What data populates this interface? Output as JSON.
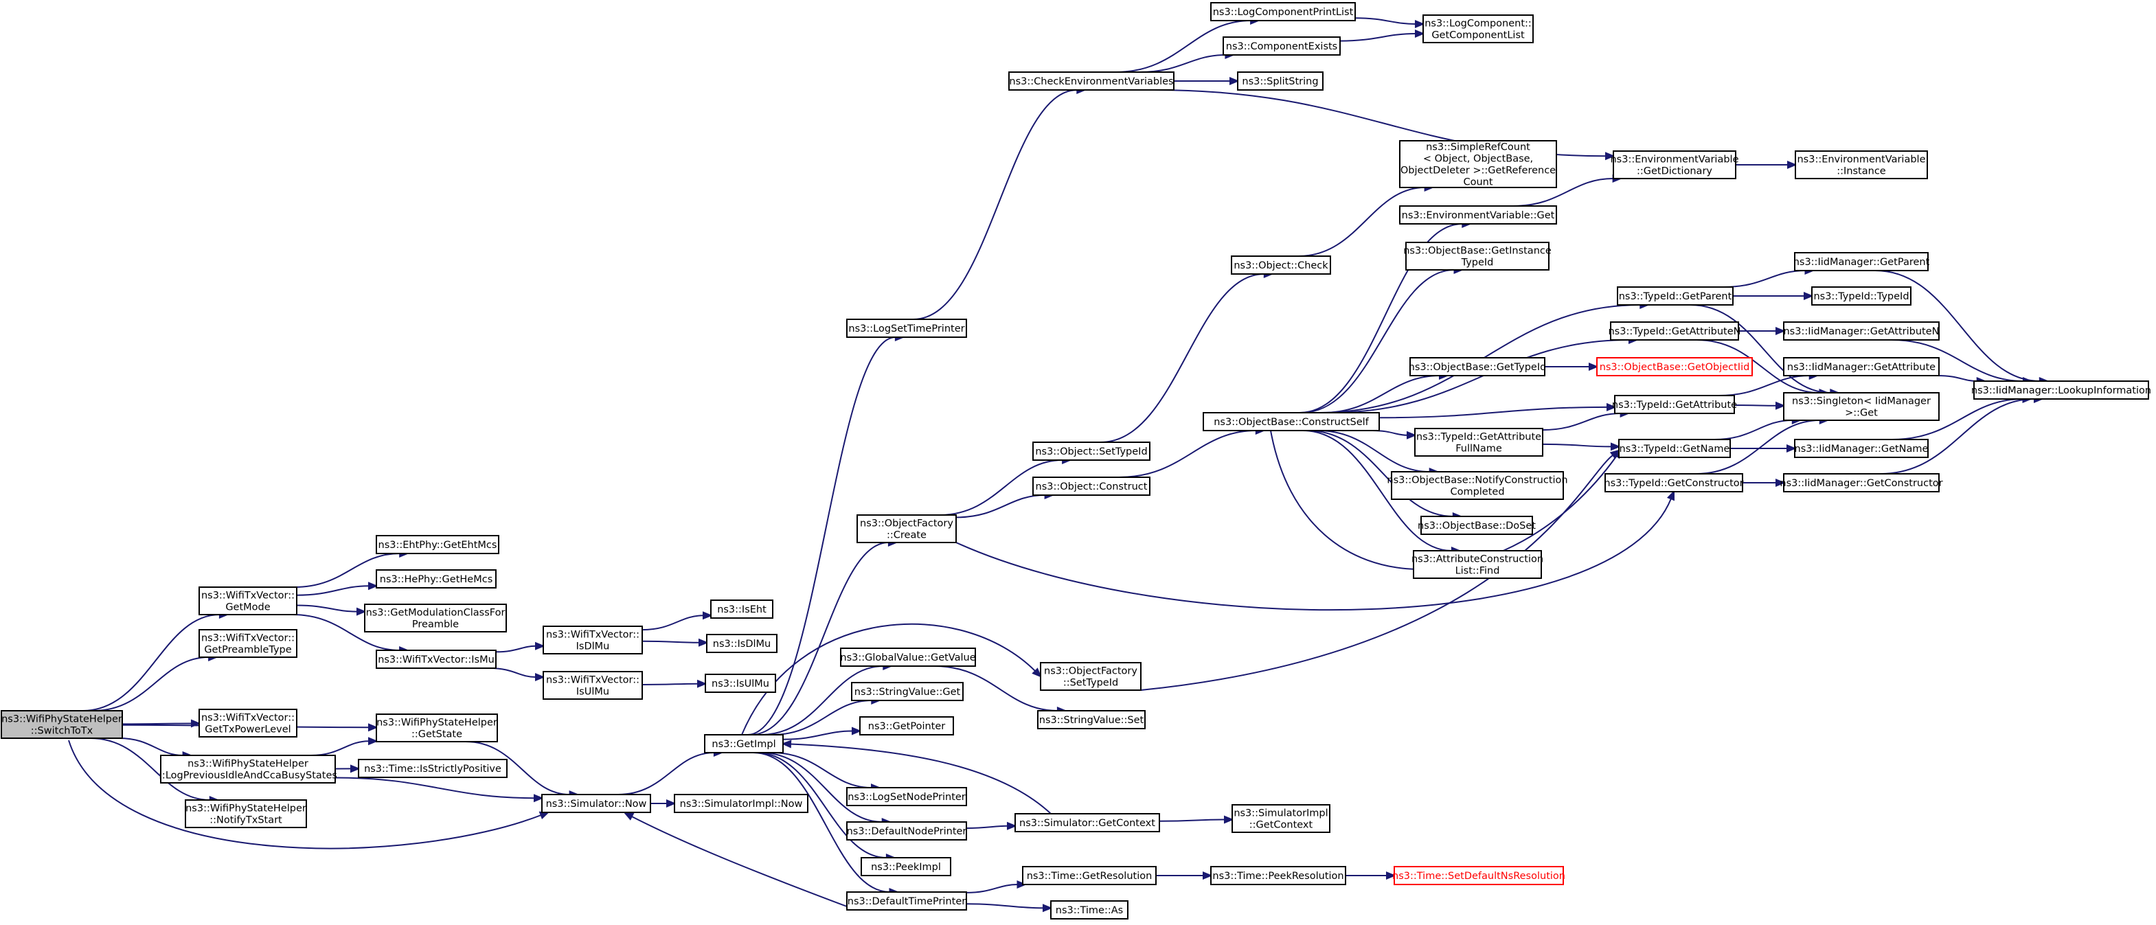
{
  "root": "SwitchToTx",
  "nodes": [
    {
      "id": "SwitchToTx",
      "lines": [
        "ns3::WifiPhyStateHelper",
        "::SwitchToTx"
      ],
      "kind": "root"
    },
    {
      "id": "GetMode",
      "lines": [
        "ns3::WifiTxVector::",
        "GetMode"
      ]
    },
    {
      "id": "GetPreambleType",
      "lines": [
        "ns3::WifiTxVector::",
        "GetPreambleType"
      ]
    },
    {
      "id": "GetTxPowerLevel",
      "lines": [
        "ns3::WifiTxVector::",
        "GetTxPowerLevel"
      ]
    },
    {
      "id": "GetState",
      "lines": [
        "ns3::WifiPhyStateHelper",
        "::GetState"
      ]
    },
    {
      "id": "LogPrevious",
      "lines": [
        "ns3::WifiPhyStateHelper",
        "::LogPreviousIdleAndCcaBusyStates"
      ]
    },
    {
      "id": "NotifyTxStart",
      "lines": [
        "ns3::WifiPhyStateHelper",
        "::NotifyTxStart"
      ]
    },
    {
      "id": "GetEhtMcs",
      "lines": [
        "ns3::EhtPhy::GetEhtMcs"
      ]
    },
    {
      "id": "GetHeMcs",
      "lines": [
        "ns3::HePhy::GetHeMcs"
      ]
    },
    {
      "id": "GetModClass",
      "lines": [
        "ns3::GetModulationClassFor",
        "Preamble"
      ]
    },
    {
      "id": "IsMu",
      "lines": [
        "ns3::WifiTxVector::IsMu"
      ]
    },
    {
      "id": "IsStrictlyPositive",
      "lines": [
        "ns3::Time::IsStrictlyPositive"
      ]
    },
    {
      "id": "SimNow",
      "lines": [
        "ns3::Simulator::Now"
      ]
    },
    {
      "id": "IsDlMuV",
      "lines": [
        "ns3::WifiTxVector::",
        "IsDlMu"
      ]
    },
    {
      "id": "IsUlMuV",
      "lines": [
        "ns3::WifiTxVector::",
        "IsUlMu"
      ]
    },
    {
      "id": "IsEht",
      "lines": [
        "ns3::IsEht"
      ]
    },
    {
      "id": "IsDlMu",
      "lines": [
        "ns3::IsDlMu"
      ]
    },
    {
      "id": "IsUlMu",
      "lines": [
        "ns3::IsUlMu"
      ]
    },
    {
      "id": "GetImpl",
      "lines": [
        "ns3::GetImpl"
      ]
    },
    {
      "id": "SimImplNow",
      "lines": [
        "ns3::SimulatorImpl::Now"
      ]
    },
    {
      "id": "LogSetTimePrinter",
      "lines": [
        "ns3::LogSetTimePrinter"
      ]
    },
    {
      "id": "ObjFactCreate",
      "lines": [
        "ns3::ObjectFactory",
        "::Create"
      ]
    },
    {
      "id": "GVGetValue",
      "lines": [
        "ns3::GlobalValue::GetValue"
      ]
    },
    {
      "id": "SVGet",
      "lines": [
        "ns3::StringValue::Get"
      ]
    },
    {
      "id": "GetPointer",
      "lines": [
        "ns3::GetPointer"
      ]
    },
    {
      "id": "LogSetNodePrinter",
      "lines": [
        "ns3::LogSetNodePrinter"
      ]
    },
    {
      "id": "DefaultNodePrinter",
      "lines": [
        "ns3::DefaultNodePrinter"
      ]
    },
    {
      "id": "PeekImpl",
      "lines": [
        "ns3::PeekImpl"
      ]
    },
    {
      "id": "DefaultTimePrinter",
      "lines": [
        "ns3::DefaultTimePrinter"
      ]
    },
    {
      "id": "CheckEnv",
      "lines": [
        "ns3::CheckEnvironmentVariables"
      ]
    },
    {
      "id": "ObjSetTypeId",
      "lines": [
        "ns3::Object::SetTypeId"
      ]
    },
    {
      "id": "ObjConstruct",
      "lines": [
        "ns3::Object::Construct"
      ]
    },
    {
      "id": "OFSetTypeId",
      "lines": [
        "ns3::ObjectFactory",
        "::SetTypeId"
      ]
    },
    {
      "id": "SVSet",
      "lines": [
        "ns3::StringValue::Set"
      ]
    },
    {
      "id": "SimGetContext",
      "lines": [
        "ns3::Simulator::GetContext"
      ]
    },
    {
      "id": "TimeGetRes",
      "lines": [
        "ns3::Time::GetResolution"
      ]
    },
    {
      "id": "TimeAs",
      "lines": [
        "ns3::Time::As"
      ]
    },
    {
      "id": "LogCompPrintList",
      "lines": [
        "ns3::LogComponentPrintList"
      ]
    },
    {
      "id": "CompExists",
      "lines": [
        "ns3::ComponentExists"
      ]
    },
    {
      "id": "SplitString",
      "lines": [
        "ns3::SplitString"
      ]
    },
    {
      "id": "ObjCheck",
      "lines": [
        "ns3::Object::Check"
      ]
    },
    {
      "id": "OBConstructSelf",
      "lines": [
        "ns3::ObjectBase::ConstructSelf"
      ]
    },
    {
      "id": "SimImplGetCtx",
      "lines": [
        "ns3::SimulatorImpl",
        "::GetContext"
      ]
    },
    {
      "id": "TimePeekRes",
      "lines": [
        "ns3::Time::PeekResolution"
      ]
    },
    {
      "id": "LogCompGetList",
      "lines": [
        "ns3::LogComponent::",
        "GetComponentList"
      ]
    },
    {
      "id": "SimpleRefCount",
      "lines": [
        "ns3::SimpleRefCount",
        "< Object, ObjectBase,",
        "ObjectDeleter >::GetReference",
        "Count"
      ]
    },
    {
      "id": "EnvVarGet",
      "lines": [
        "ns3::EnvironmentVariable::Get"
      ]
    },
    {
      "id": "OBGetInstTypeId",
      "lines": [
        "ns3::ObjectBase::GetInstance",
        "TypeId"
      ]
    },
    {
      "id": "OBGetTypeId",
      "lines": [
        "ns3::ObjectBase::GetTypeId"
      ]
    },
    {
      "id": "TIGetAttrFullName",
      "lines": [
        "ns3::TypeId::GetAttribute",
        "FullName"
      ]
    },
    {
      "id": "OBNotifyConstr",
      "lines": [
        "ns3::ObjectBase::NotifyConstruction",
        "Completed"
      ]
    },
    {
      "id": "OBDoSet",
      "lines": [
        "ns3::ObjectBase::DoSet"
      ]
    },
    {
      "id": "AttrConstrFind",
      "lines": [
        "ns3::AttributeConstruction",
        "List::Find"
      ]
    },
    {
      "id": "TimeSetDefNs",
      "lines": [
        "ns3::Time::SetDefaultNsResolution"
      ],
      "kind": "trunc"
    },
    {
      "id": "EnvVarGetDict",
      "lines": [
        "ns3::EnvironmentVariable",
        "::GetDictionary"
      ]
    },
    {
      "id": "TIGetParent",
      "lines": [
        "ns3::TypeId::GetParent"
      ]
    },
    {
      "id": "TIGetAttributeN",
      "lines": [
        "ns3::TypeId::GetAttributeN"
      ]
    },
    {
      "id": "OBGetObjectIid",
      "lines": [
        "ns3::ObjectBase::GetObjectIid"
      ],
      "kind": "trunc"
    },
    {
      "id": "TIGetAttribute",
      "lines": [
        "ns3::TypeId::GetAttribute"
      ]
    },
    {
      "id": "TIGetName",
      "lines": [
        "ns3::TypeId::GetName"
      ]
    },
    {
      "id": "TIGetConstructor",
      "lines": [
        "ns3::TypeId::GetConstructor"
      ]
    },
    {
      "id": "EnvVarInstance",
      "lines": [
        "ns3::EnvironmentVariable",
        "::Instance"
      ]
    },
    {
      "id": "IMGetParent",
      "lines": [
        "ns3::IidManager::GetParent"
      ]
    },
    {
      "id": "TITypeId",
      "lines": [
        "ns3::TypeId::TypeId"
      ]
    },
    {
      "id": "IMGetAttributeN",
      "lines": [
        "ns3::IidManager::GetAttributeN"
      ]
    },
    {
      "id": "IMGetAttribute",
      "lines": [
        "ns3::IidManager::GetAttribute"
      ]
    },
    {
      "id": "SingletonGet",
      "lines": [
        "ns3::Singleton< IidManager",
        ">::Get"
      ]
    },
    {
      "id": "IMGetName",
      "lines": [
        "ns3::IidManager::GetName"
      ]
    },
    {
      "id": "IMGetConstructor",
      "lines": [
        "ns3::IidManager::GetConstructor"
      ]
    },
    {
      "id": "IMLookupInfo",
      "lines": [
        "ns3::IidManager::LookupInformation"
      ]
    }
  ],
  "edges": [
    [
      "SwitchToTx",
      "GetMode"
    ],
    [
      "SwitchToTx",
      "GetPreambleType"
    ],
    [
      "SwitchToTx",
      "GetTxPowerLevel"
    ],
    [
      "SwitchToTx",
      "GetState"
    ],
    [
      "SwitchToTx",
      "LogPrevious"
    ],
    [
      "SwitchToTx",
      "NotifyTxStart"
    ],
    [
      "SwitchToTx",
      "SimNow"
    ],
    [
      "GetMode",
      "GetEhtMcs"
    ],
    [
      "GetMode",
      "GetHeMcs"
    ],
    [
      "GetMode",
      "GetModClass"
    ],
    [
      "GetMode",
      "IsMu"
    ],
    [
      "IsMu",
      "IsDlMuV"
    ],
    [
      "IsMu",
      "IsUlMuV"
    ],
    [
      "IsDlMuV",
      "IsEht"
    ],
    [
      "IsDlMuV",
      "IsDlMu"
    ],
    [
      "IsUlMuV",
      "IsUlMu"
    ],
    [
      "GetState",
      "SimNow"
    ],
    [
      "LogPrevious",
      "GetState"
    ],
    [
      "LogPrevious",
      "IsStrictlyPositive"
    ],
    [
      "LogPrevious",
      "SimNow"
    ],
    [
      "SimNow",
      "GetImpl"
    ],
    [
      "SimNow",
      "SimImplNow"
    ],
    [
      "GetImpl",
      "LogSetTimePrinter"
    ],
    [
      "GetImpl",
      "ObjFactCreate"
    ],
    [
      "GetImpl",
      "OFSetTypeId"
    ],
    [
      "GetImpl",
      "GVGetValue"
    ],
    [
      "GetImpl",
      "SVGet"
    ],
    [
      "GetImpl",
      "GetPointer"
    ],
    [
      "GetImpl",
      "LogSetNodePrinter"
    ],
    [
      "GetImpl",
      "DefaultNodePrinter"
    ],
    [
      "GetImpl",
      "PeekImpl"
    ],
    [
      "GetImpl",
      "DefaultTimePrinter"
    ],
    [
      "LogSetTimePrinter",
      "CheckEnv"
    ],
    [
      "CheckEnv",
      "LogCompPrintList"
    ],
    [
      "CheckEnv",
      "CompExists"
    ],
    [
      "CheckEnv",
      "SplitString"
    ],
    [
      "CheckEnv",
      "EnvVarGetDict"
    ],
    [
      "LogCompPrintList",
      "LogCompGetList"
    ],
    [
      "CompExists",
      "LogCompGetList"
    ],
    [
      "ObjFactCreate",
      "ObjSetTypeId"
    ],
    [
      "ObjFactCreate",
      "ObjConstruct"
    ],
    [
      "ObjFactCreate",
      "TIGetConstructor"
    ],
    [
      "ObjSetTypeId",
      "ObjCheck"
    ],
    [
      "ObjCheck",
      "SimpleRefCount"
    ],
    [
      "ObjConstruct",
      "OBConstructSelf"
    ],
    [
      "OBConstructSelf",
      "EnvVarGet"
    ],
    [
      "OBConstructSelf",
      "OBGetInstTypeId"
    ],
    [
      "OBConstructSelf",
      "TIGetParent"
    ],
    [
      "OBConstructSelf",
      "TIGetAttributeN"
    ],
    [
      "OBConstructSelf",
      "OBGetTypeId"
    ],
    [
      "OBConstructSelf",
      "TIGetAttribute"
    ],
    [
      "OBConstructSelf",
      "TIGetAttrFullName"
    ],
    [
      "OBConstructSelf",
      "OBNotifyConstr"
    ],
    [
      "OBConstructSelf",
      "OBDoSet"
    ],
    [
      "OBConstructSelf",
      "AttrConstrFind"
    ],
    [
      "OBConstructSelf",
      "TIGetName"
    ],
    [
      "EnvVarGet",
      "EnvVarGetDict"
    ],
    [
      "EnvVarGetDict",
      "EnvVarInstance"
    ],
    [
      "OBGetTypeId",
      "OBGetObjectIid"
    ],
    [
      "TIGetAttrFullName",
      "TIGetAttribute"
    ],
    [
      "TIGetAttrFullName",
      "TIGetName"
    ],
    [
      "TIGetParent",
      "IMGetParent"
    ],
    [
      "TIGetParent",
      "TITypeId"
    ],
    [
      "TIGetParent",
      "SingletonGet"
    ],
    [
      "TIGetAttributeN",
      "IMGetAttributeN"
    ],
    [
      "TIGetAttributeN",
      "SingletonGet"
    ],
    [
      "TIGetAttribute",
      "IMGetAttribute"
    ],
    [
      "TIGetAttribute",
      "SingletonGet"
    ],
    [
      "TIGetName",
      "IMGetName"
    ],
    [
      "TIGetName",
      "SingletonGet"
    ],
    [
      "TIGetConstructor",
      "IMGetConstructor"
    ],
    [
      "TIGetConstructor",
      "SingletonGet"
    ],
    [
      "IMGetParent",
      "IMLookupInfo"
    ],
    [
      "IMGetAttributeN",
      "IMLookupInfo"
    ],
    [
      "IMGetAttribute",
      "IMLookupInfo"
    ],
    [
      "IMGetName",
      "IMLookupInfo"
    ],
    [
      "IMGetConstructor",
      "IMLookupInfo"
    ],
    [
      "GVGetValue",
      "SVSet"
    ],
    [
      "OFSetTypeId",
      "TIGetName"
    ],
    [
      "DefaultNodePrinter",
      "SimGetContext"
    ],
    [
      "SimGetContext",
      "GetImpl"
    ],
    [
      "SimGetContext",
      "SimImplGetCtx"
    ],
    [
      "DefaultTimePrinter",
      "SimNow"
    ],
    [
      "DefaultTimePrinter",
      "TimeGetRes"
    ],
    [
      "DefaultTimePrinter",
      "TimeAs"
    ],
    [
      "TimeGetRes",
      "TimePeekRes"
    ],
    [
      "TimePeekRes",
      "TimeSetDefNs"
    ]
  ]
}
